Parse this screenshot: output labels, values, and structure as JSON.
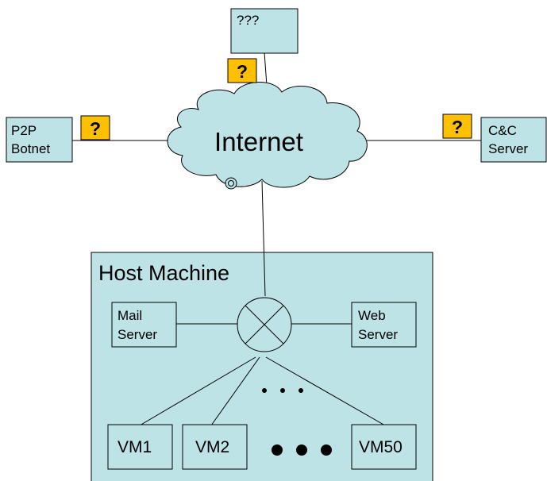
{
  "colors": {
    "box_fill": "#bde3e6",
    "cloud_fill": "#bde3e6",
    "stroke": "#000000",
    "question_fill": "#ffc000",
    "line": "#000000"
  },
  "nodes": {
    "unknown": {
      "label": "???"
    },
    "p2p_botnet": {
      "line1": "P2P",
      "line2": "Botnet"
    },
    "cnc_server": {
      "line1": "C&C",
      "line2": "Server"
    },
    "internet": {
      "label": "Internet"
    },
    "host_machine": {
      "label": "Host Machine"
    },
    "mail_server": {
      "line1": "Mail",
      "line2": "Server"
    },
    "web_server": {
      "line1": "Web",
      "line2": "Server"
    },
    "vm1": {
      "label": "VM1"
    },
    "vm2": {
      "label": "VM2"
    },
    "vm50": {
      "label": "VM50"
    }
  },
  "question_markers": [
    "?",
    "?",
    "?"
  ],
  "icons": {
    "switch": "switch-x-icon",
    "question": "question-mark-icon",
    "ellipsis": "ellipsis-icon"
  }
}
